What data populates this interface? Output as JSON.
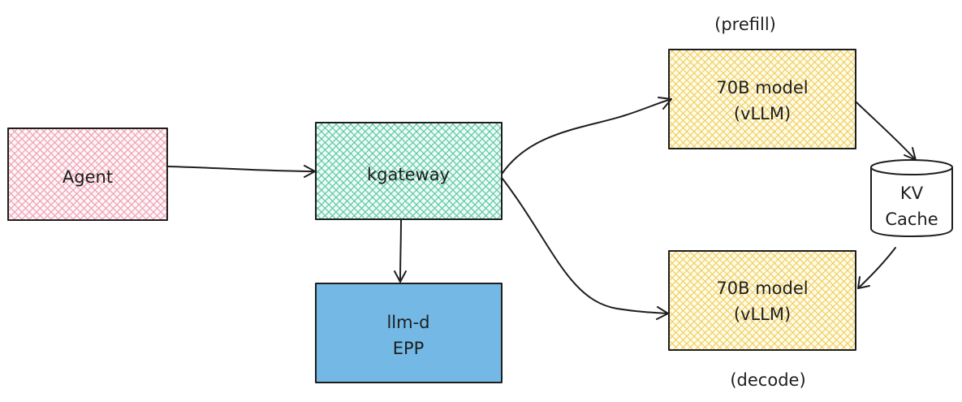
{
  "nodes": {
    "agent": {
      "label": "Agent",
      "color": "#f2a7b9"
    },
    "kgateway": {
      "label": "kgateway",
      "color": "#5fd0ad"
    },
    "epp": {
      "line1": "llm-d",
      "line2": "EPP",
      "color": "#74b9e6"
    },
    "prefill_model": {
      "line1": "70B model",
      "line2": "(vLLM)",
      "color": "#f3d56b"
    },
    "decode_model": {
      "line1": "70B model",
      "line2": "(vLLM)",
      "color": "#f3d56b"
    },
    "kv_cache": {
      "line1": "KV",
      "line2": "Cache"
    }
  },
  "captions": {
    "prefill": "(prefill)",
    "decode": "(decode)"
  }
}
